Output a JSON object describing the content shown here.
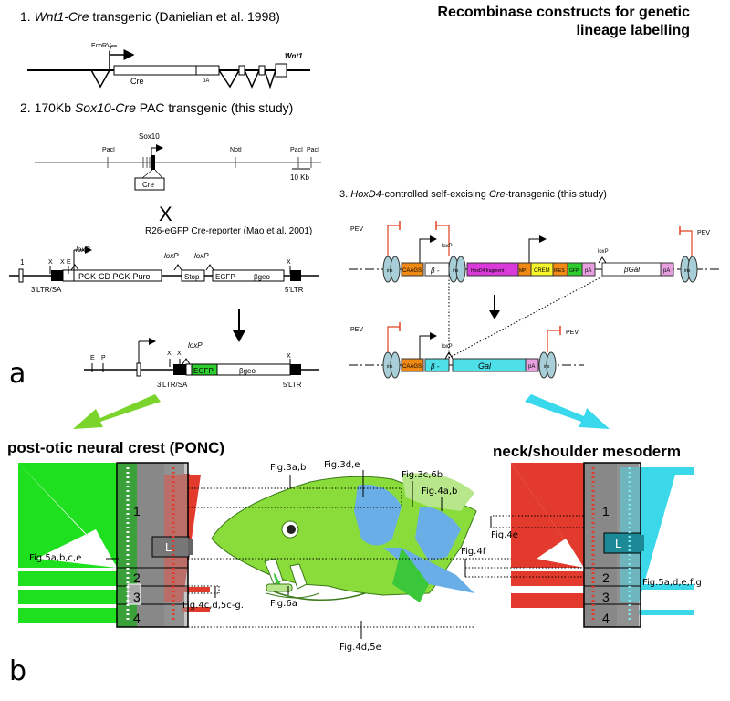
{
  "title_line1": "Recombinase constructs for genetic",
  "title_line2": "lineage labelling",
  "panel_a": "a",
  "panel_b": "b",
  "construct1": {
    "heading_num": "1.",
    "heading_gene": "Wnt1-Cre",
    "heading_rest": "transgenic (Danielian et al. 1998)",
    "labels": {
      "ecorv": "EcoRV",
      "cre": "Cre",
      "pa": "pA",
      "wnt1": "Wnt1"
    }
  },
  "construct2": {
    "heading_a": "2. 170Kb",
    "heading_gene": "Sox10-Cre",
    "heading_b": "PAC transgenic (this study)",
    "labels": {
      "paci1": "PacI",
      "sox10": "Sox10",
      "noti": "NotI",
      "paci2": "PacI",
      "paci3": "PacI",
      "scale": "10 Kb",
      "cre": "Cre"
    },
    "cross": "X",
    "reporter": "R26-eGFP Cre-reporter (Mao et al. 2001)",
    "reporter_labels": {
      "one": "1",
      "x1": "X",
      "x2": "X",
      "e": "E",
      "loxp1": "loxP",
      "loxp2": "loxP",
      "loxp3": "loxP",
      "pgk": "PGK-CD PGK-Puro",
      "stop": "Stop",
      "egfp": "EGFP",
      "bgeo": "βgeo",
      "x3": "X",
      "ltr3": "3'LTR/SA",
      "ltr5": "5'LTR"
    },
    "recombined_labels": {
      "e": "E",
      "p": "P",
      "x1": "X",
      "x2": "X",
      "loxp": "loxP",
      "egfp": "EGFP",
      "bgeo": "βgeo",
      "x3": "X",
      "ltr3": "3'LTR/SA",
      "ltr5": "5'LTR"
    }
  },
  "construct3": {
    "heading_a": "3.",
    "heading_gene": "HoxD4",
    "heading_b": "-controlled self-excising",
    "heading_gene2": "Cre",
    "heading_c": "-transgenic (this study)",
    "labels": {
      "pev": "PEV",
      "ins": "ins",
      "caags": "CAAGS",
      "beta": "β -",
      "loxp": "loxP",
      "hoxd4": "HoxD4 fragment",
      "mp": "MP",
      "crem": "CREM",
      "ires": "IRES",
      "gfp": "GFP",
      "pa": "pA",
      "bgal": "βGal",
      "gal": "Gal"
    }
  },
  "region_left": "post-otic neural crest (PONC)",
  "region_right": "neck/shoulder mesoderm",
  "block_labels": {
    "one": "1",
    "two": "2",
    "three": "3",
    "four": "4",
    "l": "L"
  },
  "fig_labels": {
    "f3ab": "Fig.3a,b",
    "f3de": "Fig.3d,e",
    "f3c6b": "Fig.3c,6b",
    "f4ab": "Fig.4a,b",
    "f4e": "Fig.4e",
    "f4f": "Fig.4f",
    "f5abce": "Fig.5a,b,c,e",
    "f4c": "Fig.4c,d,5c-g.",
    "f6a": "Fig.6a",
    "f4d5e": "Fig.4d,5e",
    "f5adefg": "Fig.5a,d,e,f,g"
  }
}
